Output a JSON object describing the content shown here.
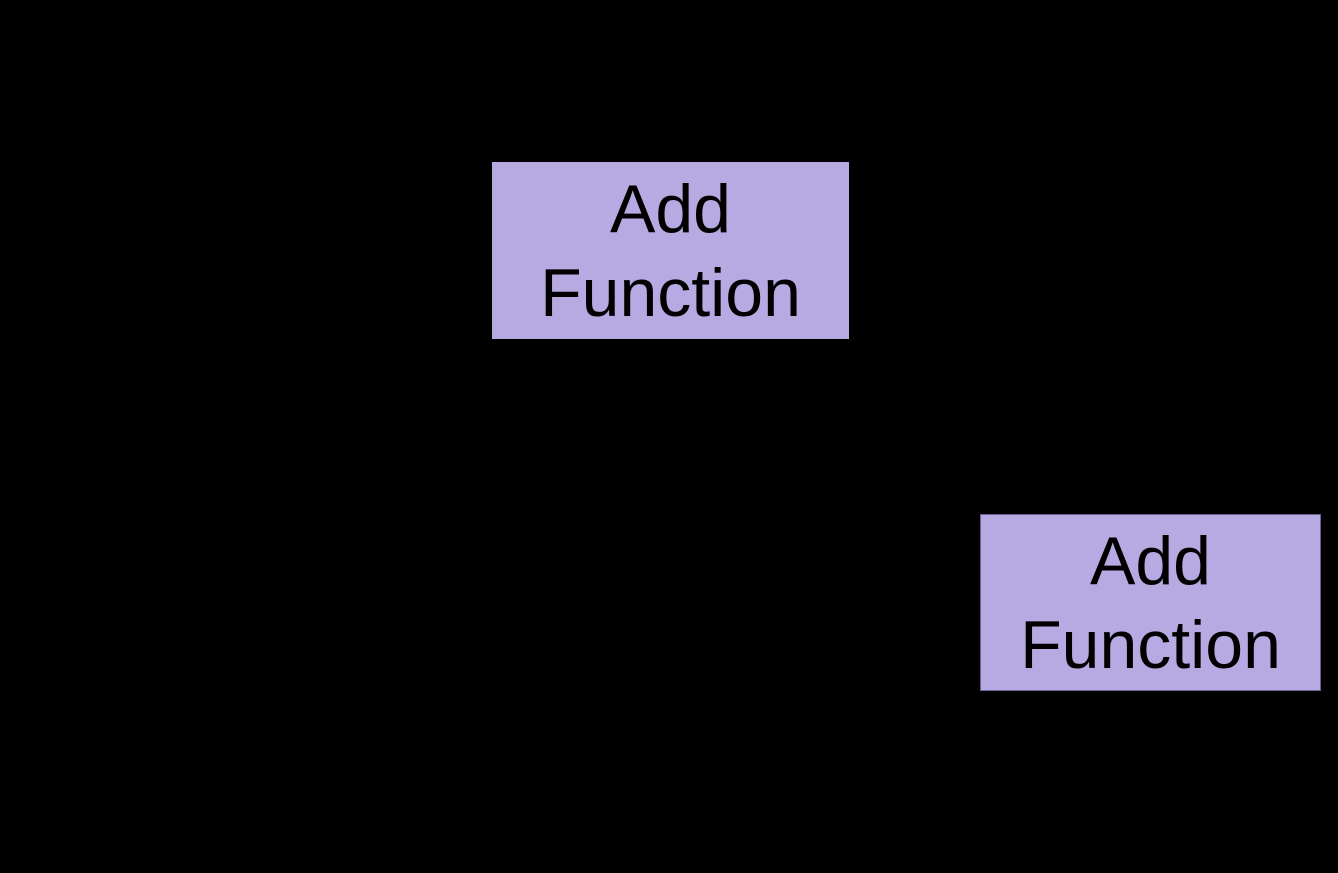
{
  "colors": {
    "background": "#000000",
    "node_fill": "#b7a9e2",
    "node_border": "#6e6094",
    "node_text": "#000000"
  },
  "nodes": [
    {
      "id": "add-function-1",
      "lines": [
        "Add",
        "Function"
      ]
    },
    {
      "id": "add-function-2",
      "lines": [
        "Add",
        "Function"
      ]
    }
  ]
}
